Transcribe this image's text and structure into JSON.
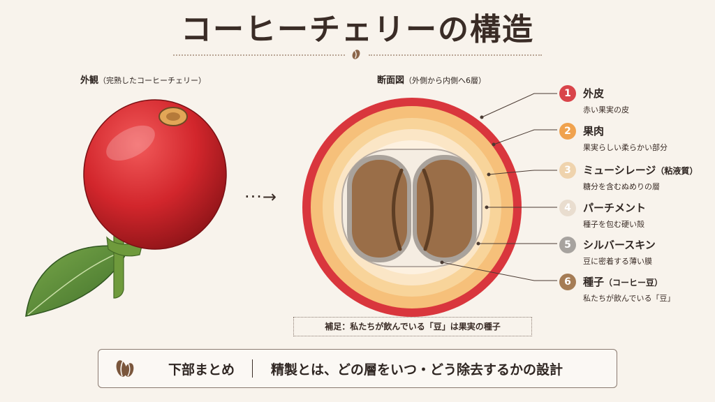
{
  "title": "コーヒーチェリーの構造",
  "exterior": {
    "label": "外観",
    "sub": "（完熟したコーヒーチェリー）"
  },
  "section": {
    "label": "断面図",
    "sub": "（外側から内側へ6層）"
  },
  "arrow": "···→",
  "layers": [
    {
      "num": "1",
      "name": "外皮",
      "name_extra": "",
      "desc": "赤い果実の皮",
      "color": "#d9444a"
    },
    {
      "num": "2",
      "name": "果肉",
      "name_extra": "",
      "desc": "果実らしい柔らかい部分",
      "color": "#f0a24e"
    },
    {
      "num": "3",
      "name": "ミューシレージ",
      "name_extra": "（粘液質）",
      "desc": "糖分を含むぬめりの層",
      "color": "#efd3ad"
    },
    {
      "num": "4",
      "name": "パーチメント",
      "name_extra": "",
      "desc": "種子を包む硬い殻",
      "color": "#e9ddcf"
    },
    {
      "num": "5",
      "name": "シルバースキン",
      "name_extra": "",
      "desc": "豆に密着する薄い膜",
      "color": "#a7a39f"
    },
    {
      "num": "6",
      "name": "種子",
      "name_extra": "（コーヒー豆）",
      "desc": "私たちが飲んでいる「豆」",
      "color": "#a57c55"
    }
  ],
  "note": "補足：私たちが飲んでいる「豆」は果実の種子",
  "summary": {
    "label": "下部まとめ",
    "text": "精製とは、どの層をいつ・どう除去するかの設計"
  }
}
